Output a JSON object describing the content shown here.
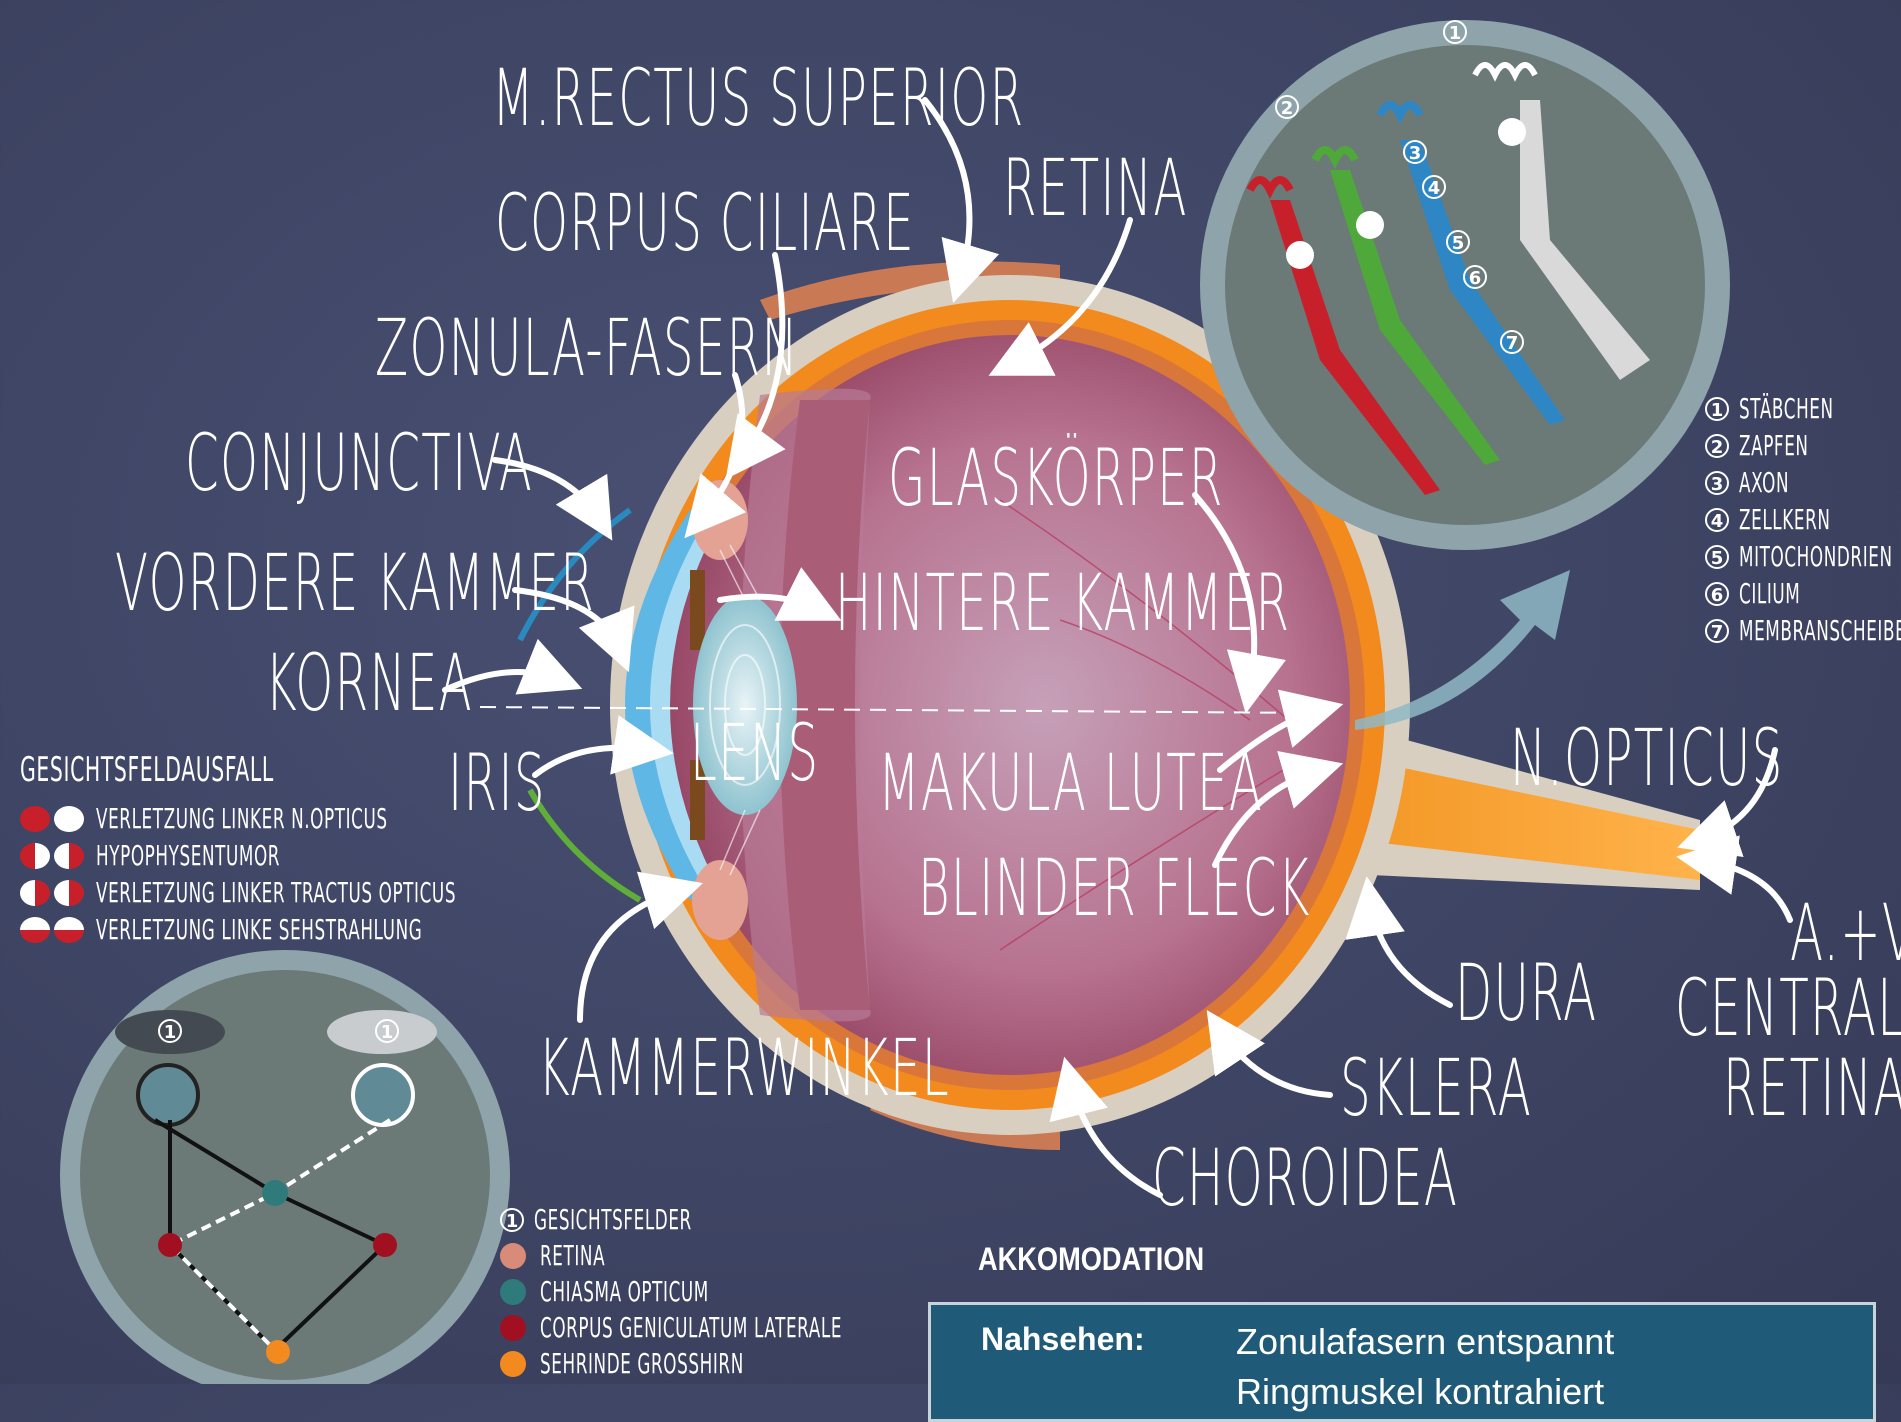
{
  "labels": {
    "m_rectus": "M.RECTUS SUPERIOR",
    "retina": "RETINA",
    "corpus_ciliare": "CORPUS CILIARE",
    "zonula": "ZONULA-FASERN",
    "conjunctiva": "CONJUNCTIVA",
    "vordere_kammer": "VORDERE KAMMER",
    "kornea": "KORNEA",
    "iris": "IRIS",
    "lens": "LENS",
    "glaskoerper": "GLASKÖRPER",
    "hintere_kammer": "HINTERE KAMMER",
    "makula": "MAKULA LUTEA",
    "blinder_fleck": "BLINDER FLECK",
    "n_opticus": "N.OPTICUS",
    "a_v_1": "A.+V.",
    "a_v_2": "CENTRALIS",
    "a_v_3": "RETINAE",
    "dura": "DURA",
    "sklera": "SKLERA",
    "choroidea": "CHOROIDEA",
    "kammerwinkel": "KAMMERWINKEL"
  },
  "retina_legend": [
    {
      "num": "1",
      "text": "STÄBCHEN"
    },
    {
      "num": "2",
      "text": "ZAPFEN"
    },
    {
      "num": "3",
      "text": "AXON"
    },
    {
      "num": "4",
      "text": "ZELLKERN"
    },
    {
      "num": "5",
      "text": "MITOCHONDRIEN"
    },
    {
      "num": "6",
      "text": "CILIUM"
    },
    {
      "num": "7",
      "text": "MEMBRANSCHEIBEN"
    }
  ],
  "inset_numbers": [
    "1",
    "2",
    "3",
    "4",
    "5",
    "6",
    "7"
  ],
  "visual_field": {
    "title": "GESICHTSFELDAUSFALL",
    "items": [
      {
        "text": "VERLETZUNG LINKER N.OPTICUS"
      },
      {
        "text": "HYPOPHYSENTUMOR"
      },
      {
        "text": "VERLETZUNG LINKER TRACTUS OPTICUS"
      },
      {
        "text": "VERLETZUNG LINKE SEHSTRAHLUNG"
      }
    ]
  },
  "pathway_legend": [
    {
      "marker": "1",
      "text": "GESICHTSFELDER",
      "color": ""
    },
    {
      "marker": "",
      "text": "RETINA",
      "color": "#d98b7a"
    },
    {
      "marker": "",
      "text": "CHIASMA OPTICUM",
      "color": "#2f7a7a"
    },
    {
      "marker": "",
      "text": "CORPUS GENICULATUM LATERALE",
      "color": "#a01020"
    },
    {
      "marker": "",
      "text": "SEHRINDE GROßHIRN",
      "color": "#f28a20"
    }
  ],
  "pathway_fields": [
    "1",
    "1"
  ],
  "akkomodation": {
    "title": "AKKOMODATION",
    "key": "Nahsehen:",
    "line1": "Zonulafasern entspannt",
    "line2": "Ringmuskel kontrahiert"
  },
  "colors": {
    "sclera": "#d8cfc0",
    "choroid": "#f28a1e",
    "vitreous": "#9e4a66",
    "cornea": "#5fb7e6",
    "rod": "#d9d9d9",
    "cone_red": "#c8202a",
    "cone_green": "#4fa83a",
    "cone_blue": "#2f86c4"
  }
}
